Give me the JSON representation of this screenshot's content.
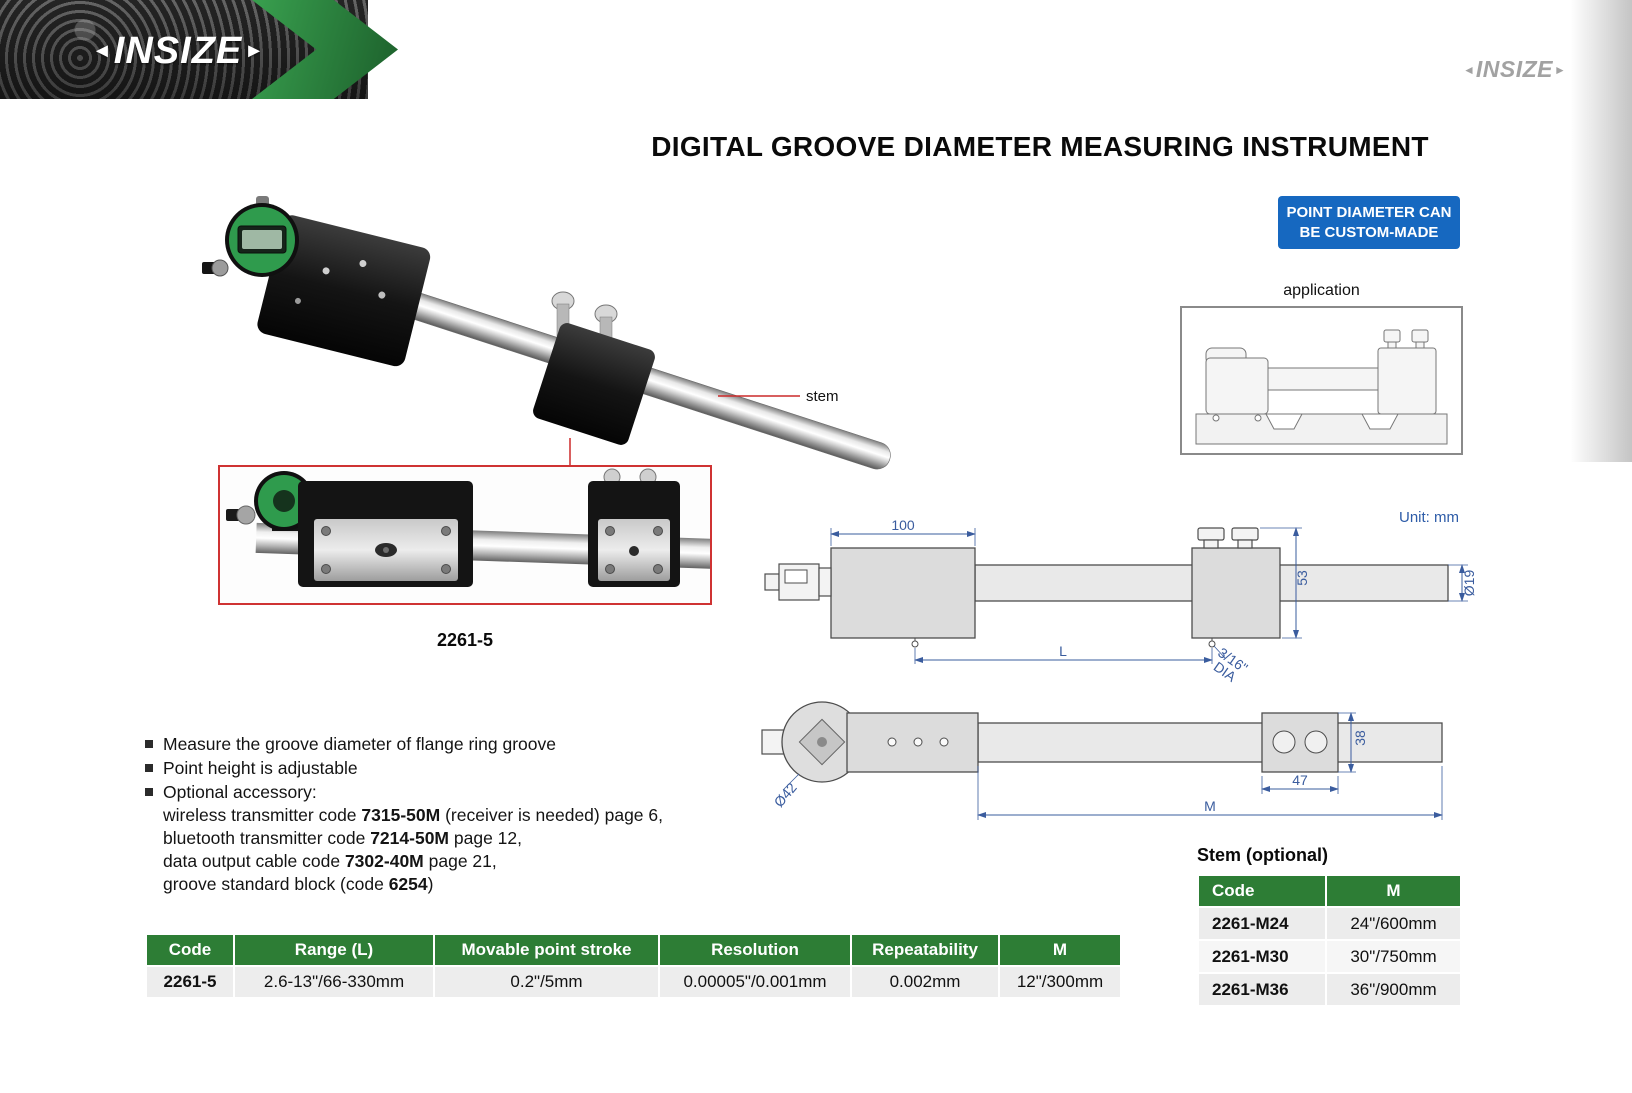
{
  "header": {
    "logo_text": "INSIZE",
    "logo_arrow_left": "◄",
    "logo_arrow_right": "►",
    "watermark_text": "INSIZE"
  },
  "title": "DIGITAL GROOVE DIAMETER MEASURING INSTRUMENT",
  "badge": {
    "line1": "POINT DIAMETER CAN",
    "line2": "BE CUSTOM-MADE"
  },
  "application": {
    "label": "application"
  },
  "photo": {
    "stem_label": "stem",
    "model_label": "2261-5"
  },
  "drawing": {
    "unit_label": "Unit: mm",
    "dims": {
      "d100": "100",
      "d53": "53",
      "d19": "Ø19",
      "dL": "L",
      "d316": "3/16\"",
      "dDIA": "DIA",
      "d38": "38",
      "d42": "Ø42",
      "d47": "47",
      "dM": "M"
    }
  },
  "features": {
    "items": [
      "Measure the groove diameter of flange ring groove",
      "Point height is adjustable",
      "Optional accessory:"
    ],
    "optional_lines": [
      {
        "pre": "wireless transmitter code ",
        "code": "7315-50M",
        "post": " (receiver is needed) page 6,"
      },
      {
        "pre": "bluetooth transmitter code ",
        "code": "7214-50M",
        "post": " page 12,"
      },
      {
        "pre": "data output cable code ",
        "code": "7302-40M",
        "post": " page 21,"
      },
      {
        "pre": "groove standard block (code ",
        "code": "6254",
        "post": ")"
      }
    ]
  },
  "spec_table": {
    "headers": [
      "Code",
      "Range (L)",
      "Movable point stroke",
      "Resolution",
      "Repeatability",
      "M"
    ],
    "row": [
      "2261-5",
      "2.6-13\"/66-330mm",
      "0.2\"/5mm",
      "0.00005\"/0.001mm",
      "0.002mm",
      "12\"/300mm"
    ]
  },
  "stem_table": {
    "title": "Stem (optional)",
    "headers": [
      "Code",
      "M"
    ],
    "rows": [
      {
        "code": "2261-M24",
        "m": "24\"/600mm"
      },
      {
        "code": "2261-M30",
        "m": "30\"/750mm"
      },
      {
        "code": "2261-M36",
        "m": "36\"/900mm"
      }
    ]
  },
  "colors": {
    "brand_green": "#2d7d35",
    "badge_blue": "#1668c0",
    "dim_blue": "#3a5c9e",
    "leader_red": "#cc2a2a"
  }
}
